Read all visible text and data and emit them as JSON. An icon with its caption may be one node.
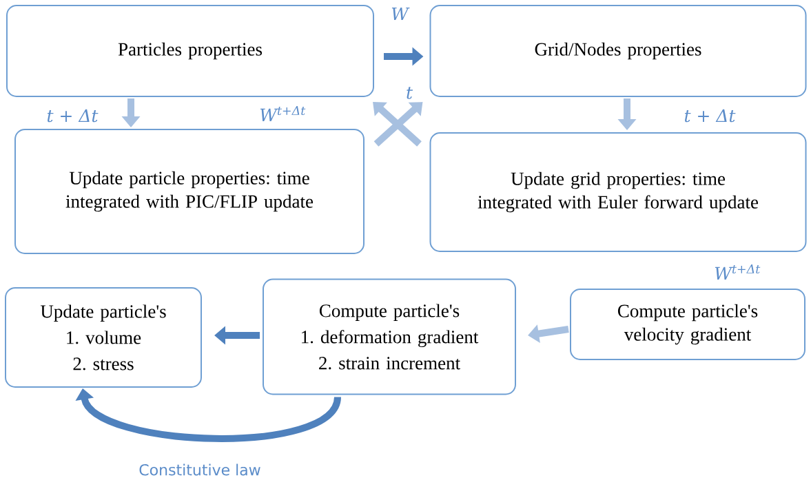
{
  "diagram": {
    "nodes": [
      {
        "text": [
          "Particles properties"
        ]
      },
      {
        "text": [
          "Grid/Nodes properties"
        ]
      },
      {
        "text": [
          "Update particle properties: time integrated with PIC/FLIP update"
        ]
      },
      {
        "text": [
          "Update grid properties: time integrated with Euler forward update"
        ]
      },
      {
        "text": [
          "Compute particle's velocity gradient"
        ],
        "beside": [
          "W$^{t+Δt}$"
        ]
      },
      {
        "text": [
          "Compute particle's",
          "1. deformation gradient",
          "2. strain increment"
        ]
      },
      {
        "text": [
          "Update particle's",
          "1. volume",
          "2. stress"
        ]
      }
    ],
    "edges": [
      {
        "from": 0,
        "to": 1,
        "arrow": "to",
        "label": "W",
        "color": "#4f81bd"
      },
      {
        "from": 0,
        "to": 2,
        "arrow": "to",
        "label": "t + Δt"
      },
      {
        "from": 1,
        "to": 3,
        "arrow": "to",
        "label": "t + Δt"
      },
      {
        "from": 3,
        "to": 0,
        "arrow": "to",
        "label": "W$^{t+Δt}$"
      },
      {
        "from": 2,
        "to": 1,
        "arrow": "to",
        "label": "t"
      },
      {
        "from": 4,
        "to": 5,
        "arrow": "to"
      },
      {
        "from": 5,
        "to": 6,
        "arrow": "to",
        "color": "#4f81bd"
      },
      {
        "from": 5,
        "to": 6,
        "arrow": "to",
        "label": "Constitutive law",
        "color": "#4f81bd"
      }
    ]
  }
}
